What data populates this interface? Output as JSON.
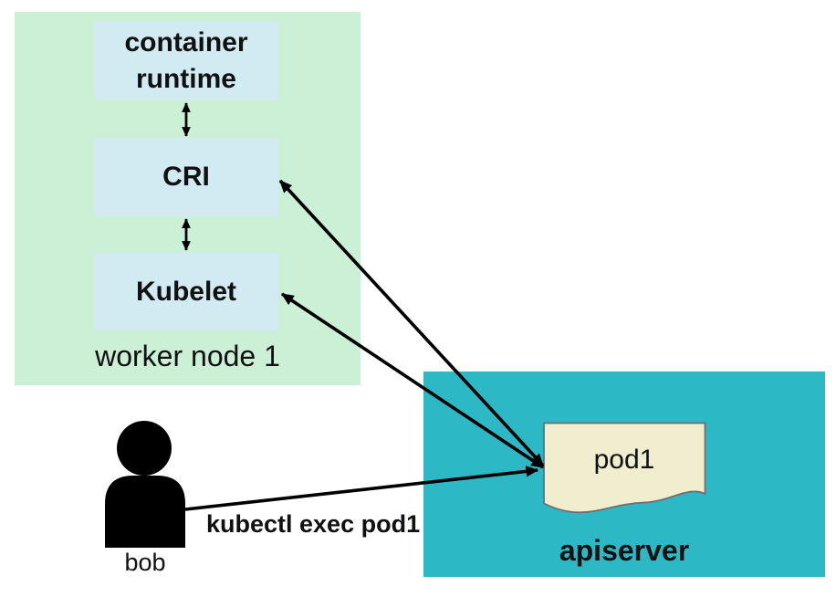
{
  "worker_node": {
    "label": "worker node 1",
    "boxes": [
      {
        "label": "container runtime"
      },
      {
        "label": "CRI"
      },
      {
        "label": "Kubelet"
      }
    ]
  },
  "apiserver": {
    "label": "apiserver",
    "pod": {
      "label": "pod1"
    }
  },
  "actor": {
    "label": "bob"
  },
  "edge_label": "kubectl exec pod1",
  "colors": {
    "worker_node_bg": "#cbf0d6",
    "component_box_bg": "#d2ebf2",
    "apiserver_bg": "#2db8c5",
    "pod_fill": "#f0eecf",
    "pod_border": "#6e6e6e",
    "arrow": "#000000"
  }
}
